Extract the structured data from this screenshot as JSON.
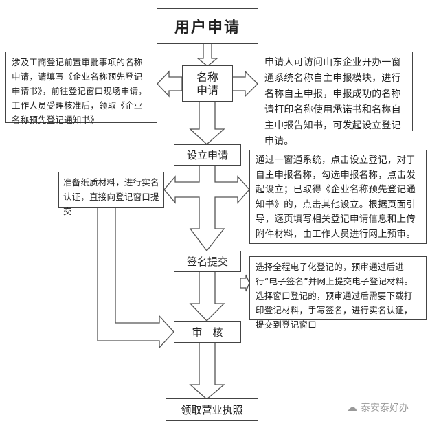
{
  "steps": {
    "apply": "用户申请",
    "name_apply": "名称\n申请",
    "setup_apply": "设立申请",
    "sign_submit": "签名提交",
    "review": "审　核",
    "get_license": "领取营业执照"
  },
  "notes": {
    "name_left": "涉及工商登记前置审批事项的名称申请，请填写《企业名称预先登记申请书》，前往登记窗口现场申请，工作人员受理核准后，领取《企业名称预先登记通知书》",
    "name_right": "申请人可访问山东企业开办一窗通系统名称自主申报模块，进行名称自主申报，申报成功的名称请打印名称使用承诺书和名称自主申报告知书，可发起设立登记申请。",
    "setup_left": "准备纸质材料，进行实名认证，直接向登记窗口提交",
    "setup_right": "通过一窗通系统，点击设立登记，对于自主申报名称，勾选申报名称，点击发起设立；已取得《企业名称预先登记通知书》的，点击其他设立。根据页面引导，逐页填写相关登记申请信息和上传附件材料，由工作人员进行网上预审。",
    "sign_right": "选择全程电子化登记的，预审通过后进行“电子签名”并网上提交电子登记材料。选择窗口登记的，预审通过后需要下载打印登记材料，手写签名，进行实名认证，提交到登记窗口"
  },
  "watermark": "泰安泰好办"
}
